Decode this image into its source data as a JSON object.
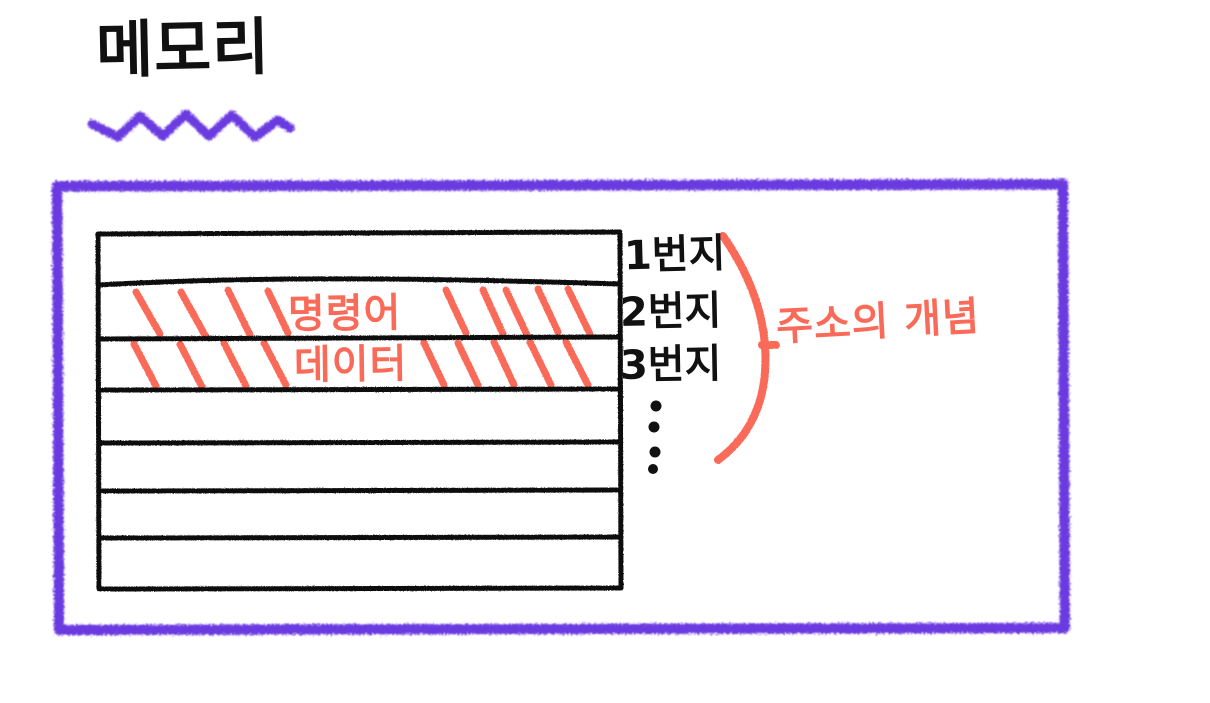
{
  "title": {
    "text": "메모리",
    "underline": "purple-zigzag-underline"
  },
  "colors": {
    "ink_black": "#111111",
    "accent_purple": "#6a3ae0",
    "accent_red": "#fa6a58",
    "background": "#ffffff"
  },
  "frame": {
    "name": "memory-frame",
    "style": "rough-purple-rectangle"
  },
  "memory_table": {
    "name": "memory-cell-table",
    "row_count": 7,
    "rows": [
      {
        "index": 1,
        "label": "",
        "hatched": false,
        "address": "1번지"
      },
      {
        "index": 2,
        "label": "명령어",
        "hatched": true,
        "address": "2번지"
      },
      {
        "index": 3,
        "label": "데이터",
        "hatched": true,
        "address": "3번지"
      },
      {
        "index": 4,
        "label": "",
        "hatched": false,
        "address": ""
      },
      {
        "index": 5,
        "label": "",
        "hatched": false,
        "address": ""
      },
      {
        "index": 6,
        "label": "",
        "hatched": false,
        "address": ""
      },
      {
        "index": 7,
        "label": "",
        "hatched": false,
        "address": ""
      }
    ]
  },
  "addresses": {
    "items": [
      {
        "text": "1번지"
      },
      {
        "text": "2번지"
      },
      {
        "text": "3번지"
      }
    ],
    "continuation": "vertical-dots-ellipsis"
  },
  "annotation": {
    "brace": "red-curly-brace",
    "caption": "주소의 개념"
  }
}
